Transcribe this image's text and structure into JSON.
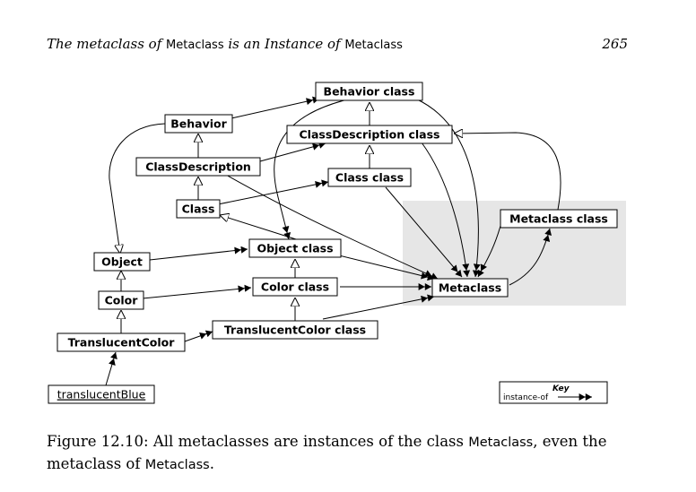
{
  "header": {
    "title_part1": "The metaclass of ",
    "title_code1": "Metaclass",
    "title_part2": " is an Instance of ",
    "title_code2": "Metaclass",
    "page_number": "265"
  },
  "diagram": {
    "nodes": {
      "behavior_class": "Behavior class",
      "behavior": "Behavior",
      "classdescription_class": "ClassDescription class",
      "classdescription": "ClassDescription",
      "class_class": "Class class",
      "class": "Class",
      "metaclass_class": "Metaclass class",
      "object": "Object",
      "object_class": "Object class",
      "metaclass": "Metaclass",
      "color": "Color",
      "color_class": "Color class",
      "translucentcolor": "TranslucentColor",
      "translucentcolor_class": "TranslucentColor class",
      "translucentblue": "translucentBlue"
    },
    "key": {
      "title": "Key",
      "label": "instance-of"
    },
    "highlight_color": "#e6e6e6"
  },
  "caption": {
    "part1": "Figure 12.10: All metaclasses are instances of the class ",
    "code1": "Metaclass",
    "part2": ", even the metaclass of ",
    "code2": "Metaclass",
    "part3": "."
  }
}
